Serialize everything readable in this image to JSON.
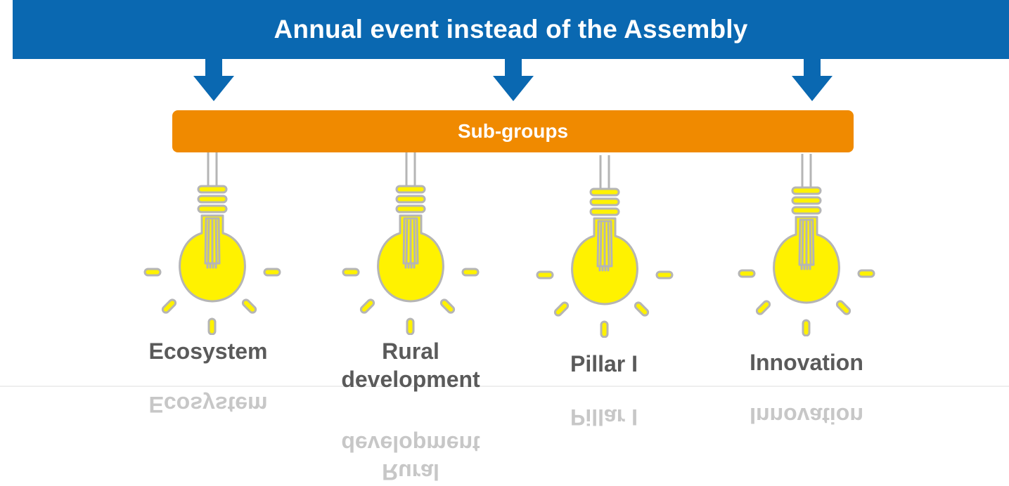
{
  "banner": {
    "title": "Annual event instead of the Assembly"
  },
  "subgroups": {
    "label": "Sub-groups"
  },
  "bulbs": [
    {
      "label": "Ecosystem"
    },
    {
      "label_line1": "Rural",
      "label_line2": "development"
    },
    {
      "label": "Pillar I"
    },
    {
      "label": "Innovation"
    }
  ],
  "colors": {
    "banner_blue": "#0a68b1",
    "subgroups_orange": "#f08a00",
    "bulb_yellow": "#fff200",
    "label_gray": "#5a5a5a"
  },
  "icons": [
    "arrow-down-icon",
    "lightbulb-icon"
  ]
}
